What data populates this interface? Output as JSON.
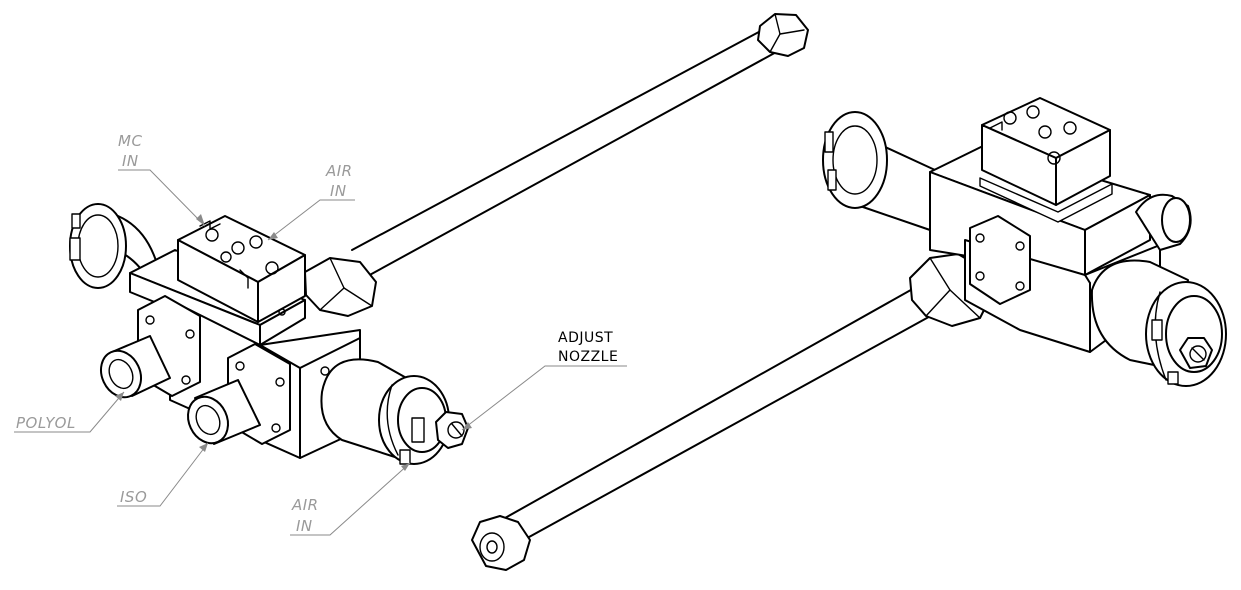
{
  "labels": {
    "mc_in": {
      "line1": "MC",
      "line2": "IN"
    },
    "air_in_top": {
      "line1": "AIR",
      "line2": "IN"
    },
    "adjust_nozzle": {
      "line1": "ADJUST",
      "line2": "NOZZLE"
    },
    "polyol": "POLYOL",
    "iso": "ISO",
    "air_in_bottom": {
      "line1": "AIR",
      "line2": "IN"
    }
  }
}
